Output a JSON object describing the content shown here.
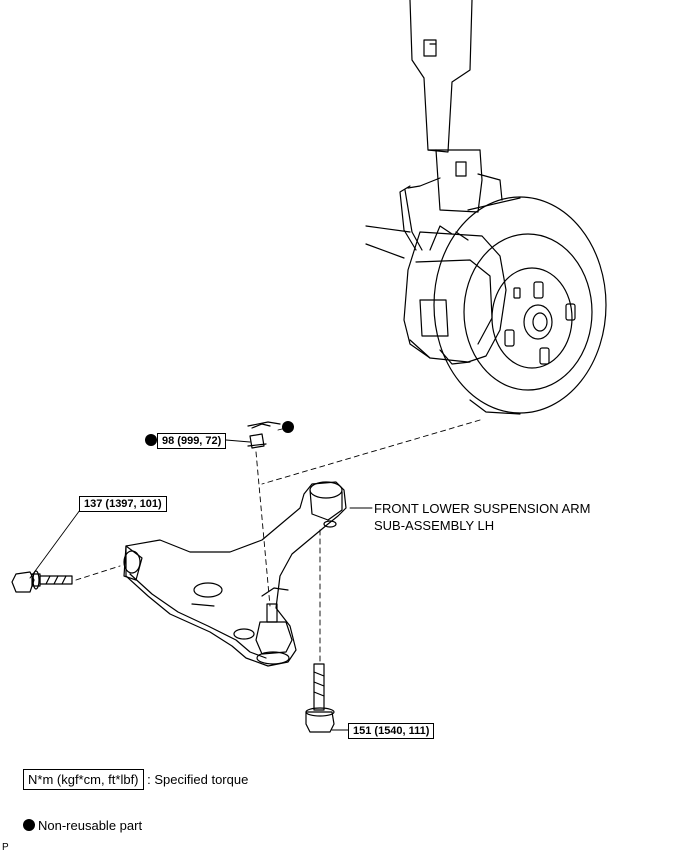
{
  "parts": {
    "arm_label_line1": "FRONT LOWER SUSPENSION ARM",
    "arm_label_line2": "SUB-ASSEMBLY LH"
  },
  "torques": {
    "nut": "98 (999, 72)",
    "front_bolt": "137 (1397, 101)",
    "rear_bolt": "151 (1540, 111)"
  },
  "legend": {
    "torque_units": "N*m (kgf*cm, ft*lbf)",
    "torque_text": ": Specified torque",
    "nonreusable_text": "Non-reusable part"
  },
  "corner_mark": "P"
}
